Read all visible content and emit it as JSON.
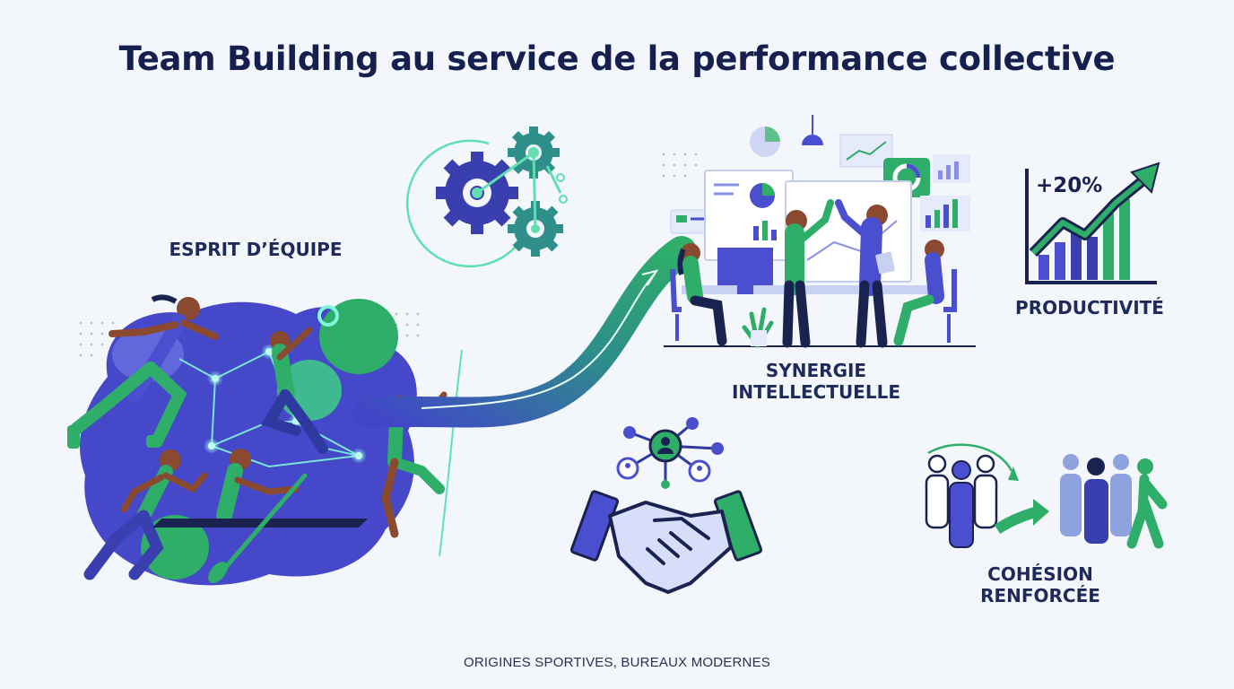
{
  "title": "Team Building au service de la performance collective",
  "labels": {
    "esprit": "ESPRIT D’ÉQUIPE",
    "synergie": "SYNERGIE INTELLECTUELLE",
    "productivite": "PRODUCTIVITÉ",
    "cohesion": "COHÉSION RENFORCÉE"
  },
  "productivity_badge": "+20%",
  "caption": "ORIGINES SPORTIVES, BUREAUX MODERNES",
  "colors": {
    "navy": "#1a2350",
    "indigo": "#4a4fd0",
    "green": "#2fae6a",
    "teal": "#2f8f8a",
    "mint": "#5fe0b0",
    "background": "#f3f6fb"
  },
  "icons": [
    "gears-icon",
    "handshake-icon",
    "network-icon",
    "growth-chart-icon",
    "people-group-icon",
    "dashboard-icon"
  ]
}
